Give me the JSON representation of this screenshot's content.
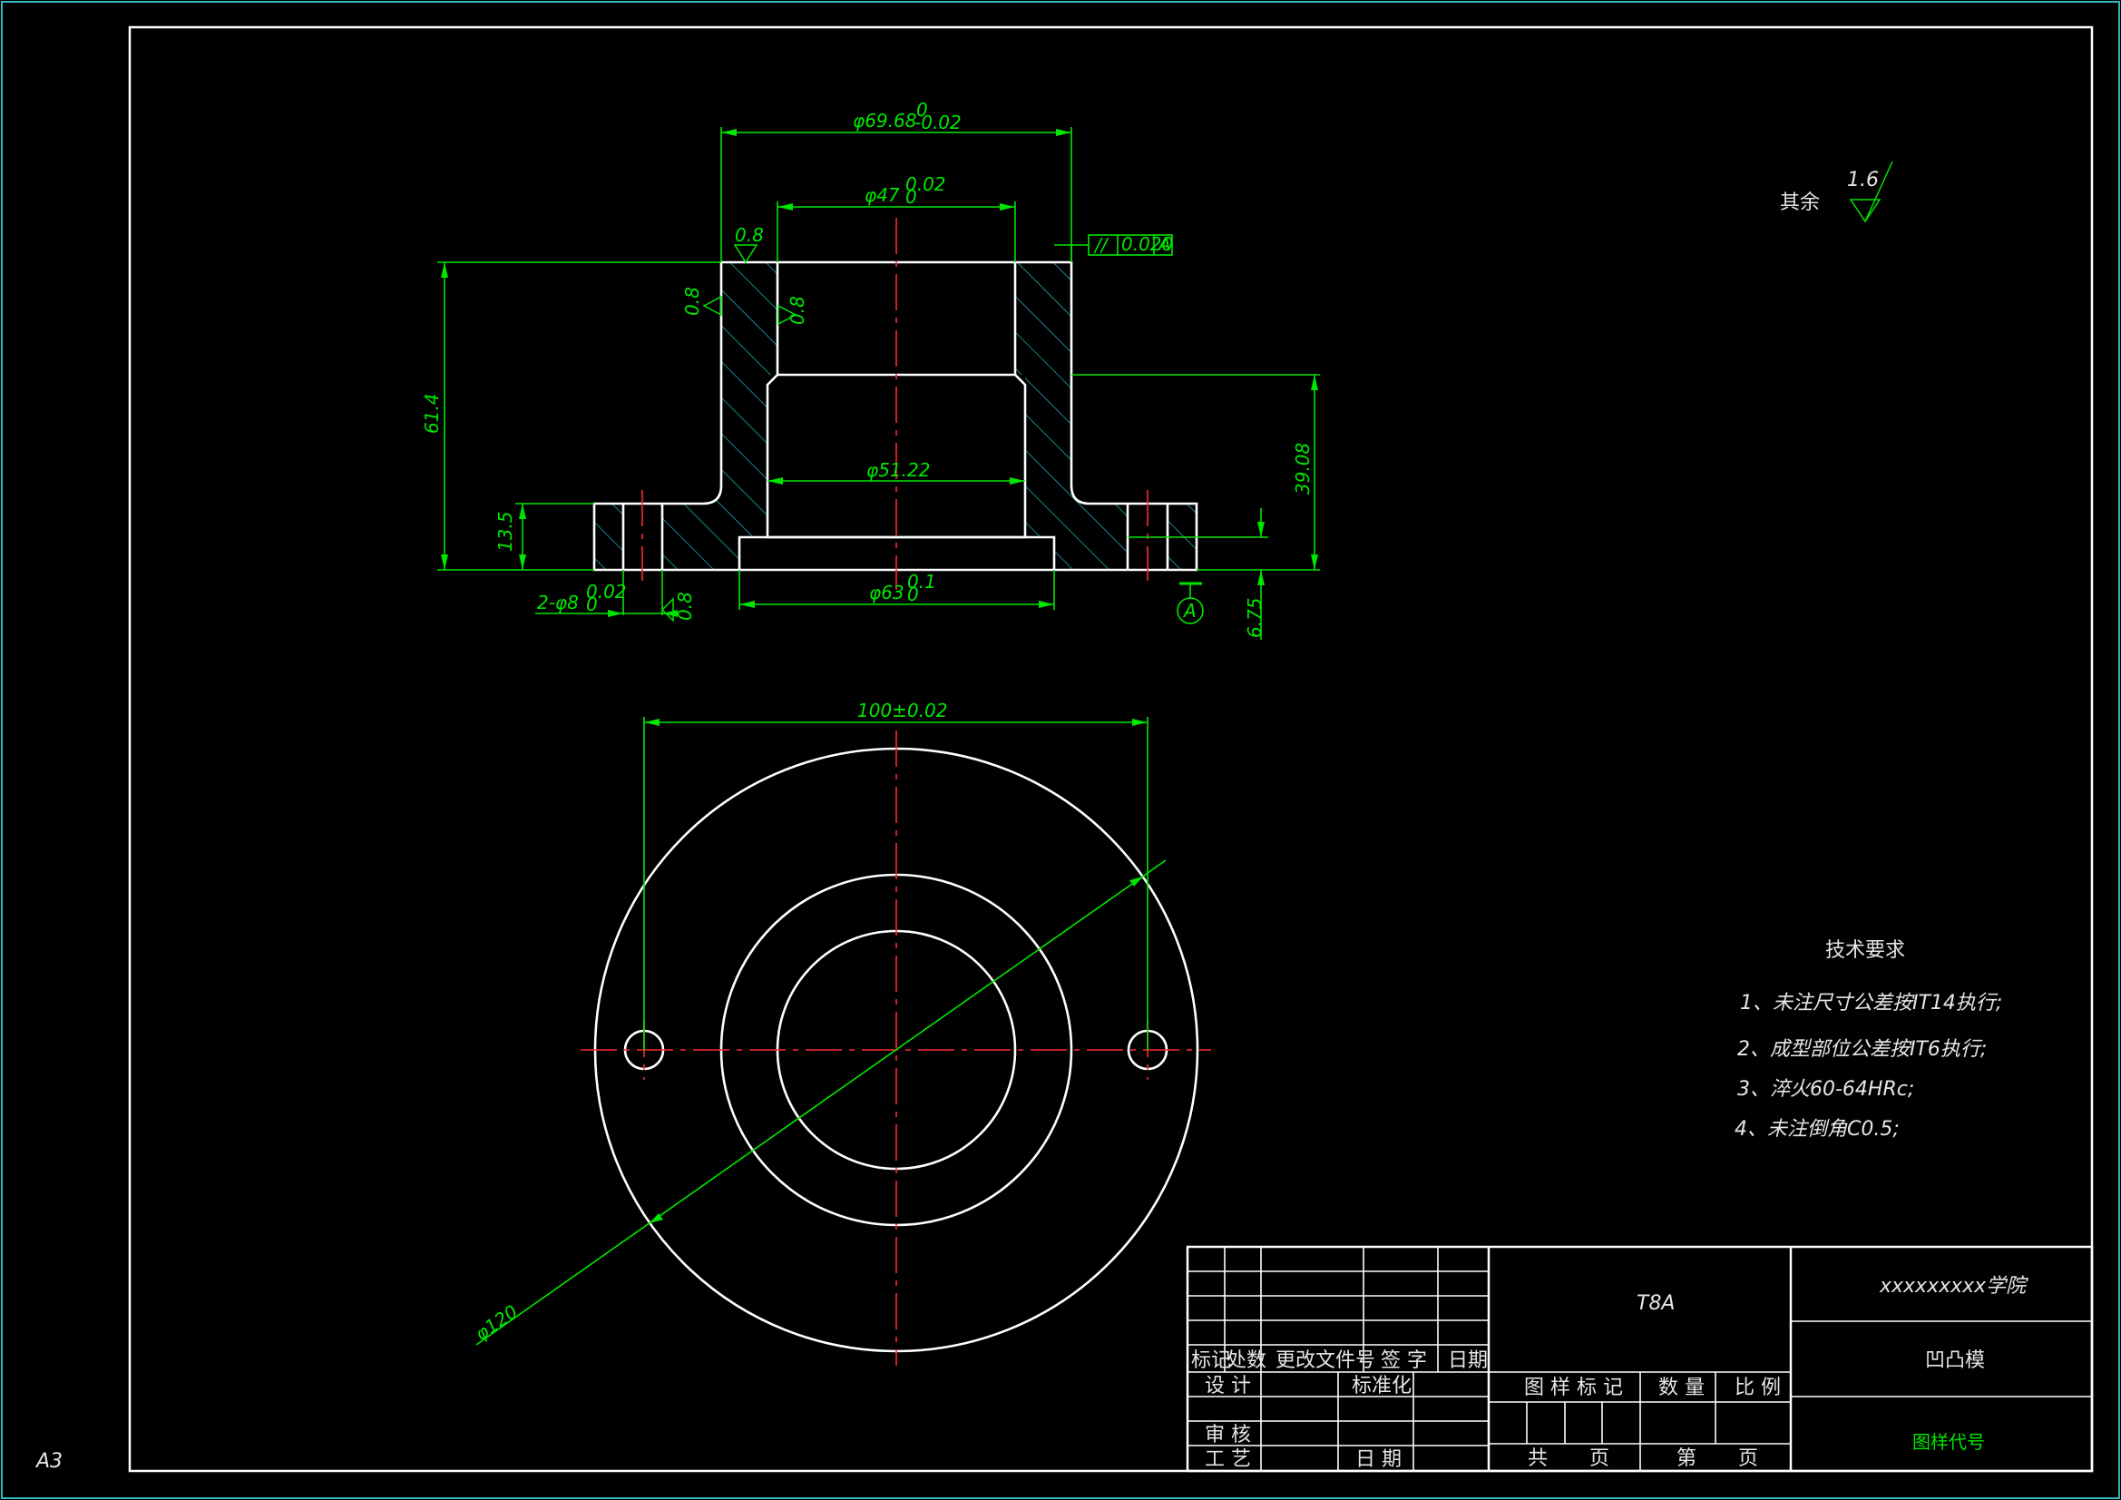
{
  "colors": {
    "background": "#000000",
    "outline": "#ffffff",
    "dimension": "#00e600",
    "centerline": "#ff2a2a",
    "hatch": "#1fa7b0",
    "frame": "#30b7bf"
  },
  "sheet": {
    "size_label": "A3"
  },
  "section_view": {
    "dim_top_dia": "φ69.68",
    "dim_top_dia_upper": "0",
    "dim_top_dia_lower": "-0.02",
    "dim_bore47": "φ47",
    "dim_bore47_upper": "0.02",
    "dim_bore47_lower": "0",
    "dim_bore51": "φ51.22",
    "dim_bore63": "φ63",
    "dim_bore63_upper": "0.1",
    "dim_bore63_lower": "0",
    "dim_height_total": "61.4",
    "dim_height_step": "39.08",
    "dim_flange_thickness": "13.5",
    "dim_counterbore": "6.75",
    "dim_holes": "2-φ8",
    "dim_holes_upper": "0.02",
    "dim_holes_lower": "0",
    "roughness_values": [
      "0.8",
      "0.8",
      "0.8",
      "0.8"
    ],
    "parallelism_symbol": "//",
    "parallelism_tolerance": "0.020",
    "datum_ref": "A",
    "datum_label": "A"
  },
  "plan_view": {
    "dim_hole_spacing": "100±0.02",
    "dim_outer_dia": "φ120"
  },
  "surface_finish_note": {
    "label": "其余",
    "value": "1.6"
  },
  "technical_requirements": {
    "title": "技术要求",
    "items": [
      "1、未注尺寸公差按IT14执行;",
      "2、成型部位公差按IT6执行;",
      "3、淬火60-64HRc;",
      "4、未注倒角C0.5;"
    ]
  },
  "title_block": {
    "material": "T8A",
    "school": "xxxxxxxxx学院",
    "part_name": "凹凸模",
    "drawing_code": "图样代号",
    "headers": [
      "标记",
      "处数",
      "更改文件号",
      "签 字",
      "日期"
    ],
    "design": "设 计",
    "standardization": "标准化",
    "review": "审 核",
    "process": "工 艺",
    "date": "日 期",
    "drawing_mark": "图 样 标 记",
    "quantity": "数 量",
    "scale": "比 例",
    "total": "共",
    "sheet_word": "页",
    "sheet_no": "第",
    "sheet_word2": "页"
  }
}
